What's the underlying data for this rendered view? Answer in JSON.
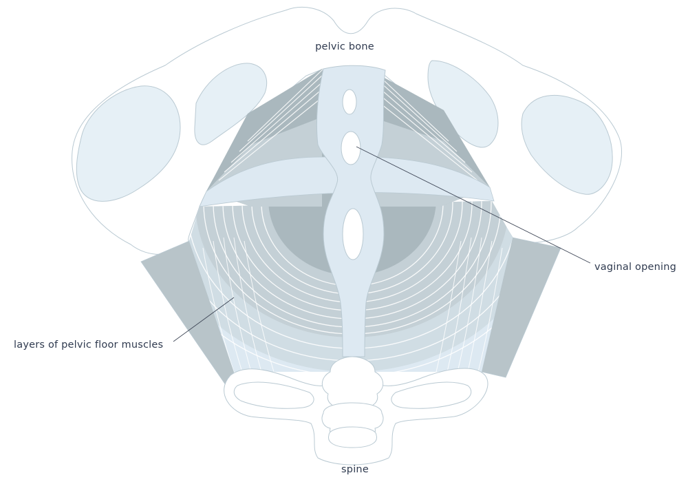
{
  "labels": {
    "pelvic_bone": "pelvic bone",
    "vaginal_opening": "vaginal opening",
    "pelvic_floor_layers": "layers of pelvic floor muscles",
    "spine": "spine"
  },
  "colors": {
    "background": "#ffffff",
    "bone_fill": "#ffffff",
    "bone_outline": "#b9c9d2",
    "bone_inner": "#e6f0f6",
    "muscle_light": "#dde9f2",
    "muscle_mid": "#c4d0d6",
    "muscle_dark": "#aab8be",
    "muscle_side": "#b8c4c9",
    "fiber_lines": "#ffffff",
    "label_text": "#2f3a4f"
  }
}
